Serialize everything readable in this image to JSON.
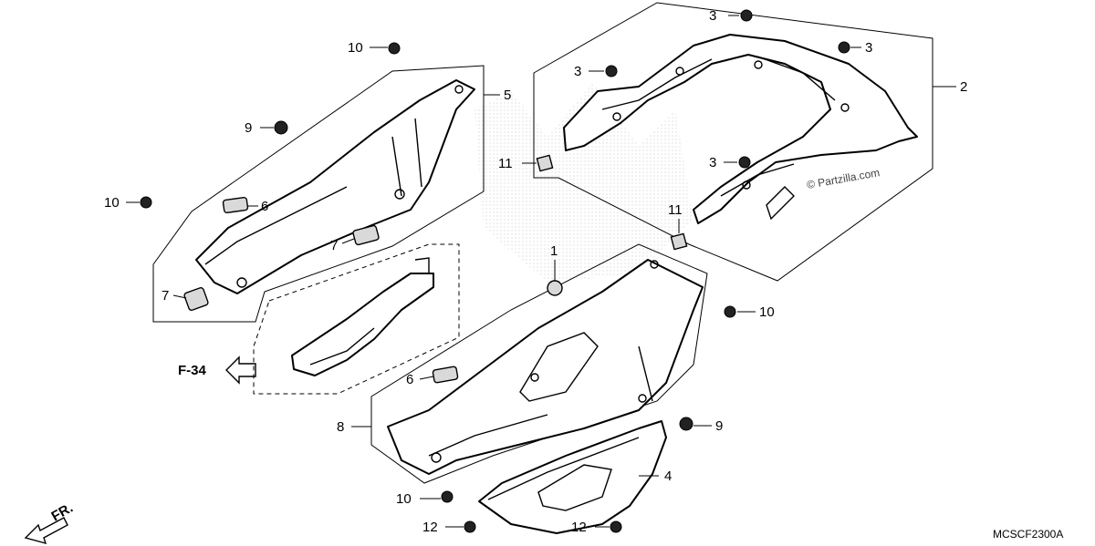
{
  "diagram": {
    "code": "MCSCF2300A",
    "reference": "F-34",
    "front_marker": "FR.",
    "watermark": "© Partzilla.com",
    "callouts": {
      "c1": "1",
      "c2": "2",
      "c3a": "3",
      "c3b": "3",
      "c3c": "3",
      "c3d": "3",
      "c4": "4",
      "c5": "5",
      "c6a": "6",
      "c6b": "6",
      "c7a": "7",
      "c7b": "7",
      "c8": "8",
      "c9a": "9",
      "c9b": "9",
      "c10a": "10",
      "c10b": "10",
      "c10c": "10",
      "c10d": "10",
      "c11a": "11",
      "c11b": "11",
      "c12a": "12",
      "c12b": "12"
    }
  }
}
